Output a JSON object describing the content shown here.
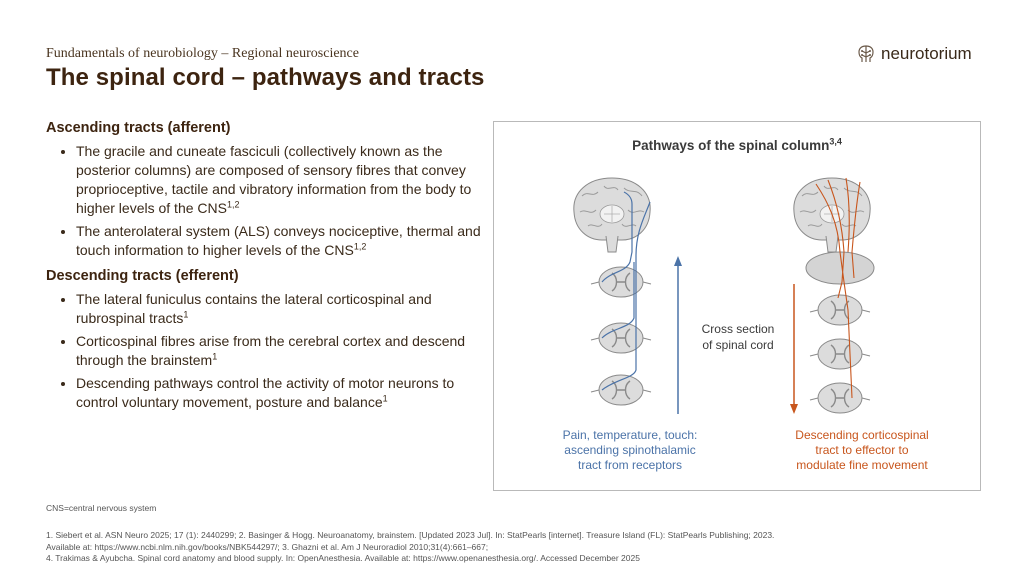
{
  "header": {
    "kicker": "Fundamentals of neurobiology – Regional neuroscience",
    "title": "The spinal cord – pathways and tracts"
  },
  "logo": {
    "text": "neurotorium",
    "icon": "brain-icon"
  },
  "ascending": {
    "heading": "Ascending tracts (afferent)",
    "bullets": [
      {
        "text": "The gracile and cuneate fasciculi (collectively known as the posterior columns) are composed of sensory fibres that convey proprioceptive, tactile and vibratory information from the body to higher levels of the CNS",
        "ref": "1,2"
      },
      {
        "text": "The anterolateral system (ALS) conveys nociceptive, thermal and touch information to higher levels of the CNS",
        "ref": "1,2"
      }
    ]
  },
  "descending": {
    "heading": "Descending tracts (efferent)",
    "bullets": [
      {
        "text": "The lateral funiculus contains the lateral corticospinal and rubrospinal tracts",
        "ref": "1"
      },
      {
        "text": "Corticospinal fibres arise from the cerebral cortex and descend through the brainstem",
        "ref": "1"
      },
      {
        "text": "Descending pathways control the activity of motor neurons to control voluntary movement, posture and balance",
        "ref": "1"
      }
    ]
  },
  "figure": {
    "title": "Pathways of the spinal column",
    "title_ref": "3,4",
    "center_label_line1": "Cross section",
    "center_label_line2": "of spinal cord",
    "left_caption": [
      "Pain, temperature, touch:",
      "ascending spinothalamic",
      "tract from receptors"
    ],
    "right_caption": [
      "Descending corticospinal",
      "tract to effector to",
      "modulate fine movement"
    ],
    "colors": {
      "ascending": "#4b73a8",
      "descending": "#c8561d",
      "tissue": "#d9d9d9",
      "outline": "#8a8a8a"
    }
  },
  "footer": {
    "abbreviation": "CNS=central nervous system",
    "references": [
      "1. Siebert et al. ASN Neuro 2025; 17 (1): 2440299; 2. Basinger & Hogg. Neuroanatomy, brainstem. [Updated 2023 Jul]. In: StatPearls [internet]. Treasure Island (FL): StatPearls Publishing; 2023.",
      "Available at: https://www.ncbi.nlm.nih.gov/books/NBK544297/; 3. Ghazni et al. Am J Neuroradiol 2010;31(4):661–667;",
      "4. Trakimas & Ayubcha. Spinal cord anatomy and blood supply. In: OpenAnesthesia. Available at: https://www.openanesthesia.org/. Accessed December 2025"
    ]
  }
}
